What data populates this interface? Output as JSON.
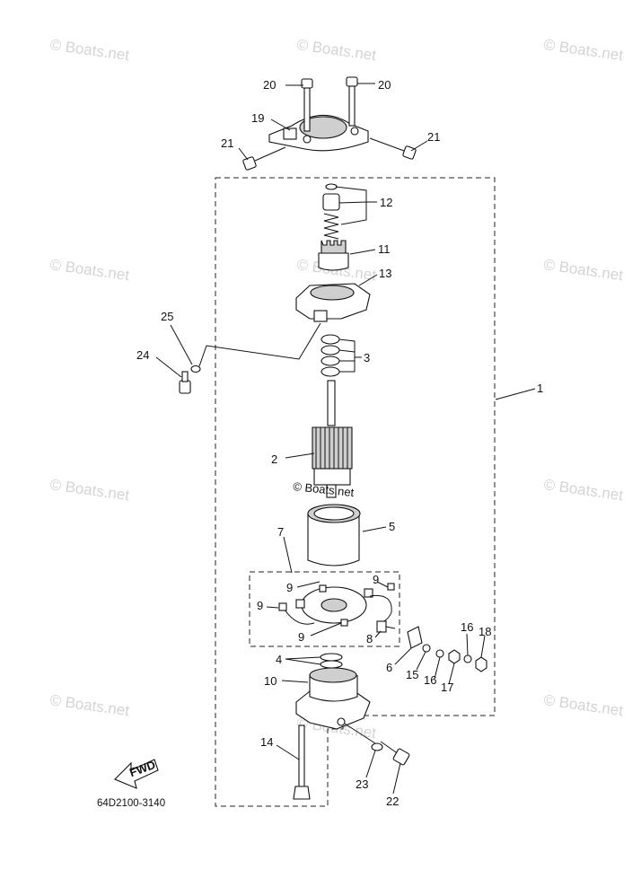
{
  "watermark": "© Boats.net",
  "center_watermark": "© Boats.net",
  "diagram_code": "64D2100-3140",
  "fwd_label": "FWD",
  "callouts": {
    "c1": "1",
    "c2": "2",
    "c3": "3",
    "c4": "4",
    "c5": "5",
    "c6": "6",
    "c7": "7",
    "c8": "8",
    "c9a": "9",
    "c9b": "9",
    "c9c": "9",
    "c9d": "9",
    "c10": "10",
    "c11": "11",
    "c12": "12",
    "c13": "13",
    "c14": "14",
    "c15": "15",
    "c16a": "16",
    "c16b": "16",
    "c17": "17",
    "c18": "18",
    "c19": "19",
    "c20a": "20",
    "c20b": "20",
    "c21a": "21",
    "c21b": "21",
    "c22": "22",
    "c23": "23",
    "c24": "24",
    "c25": "25"
  }
}
